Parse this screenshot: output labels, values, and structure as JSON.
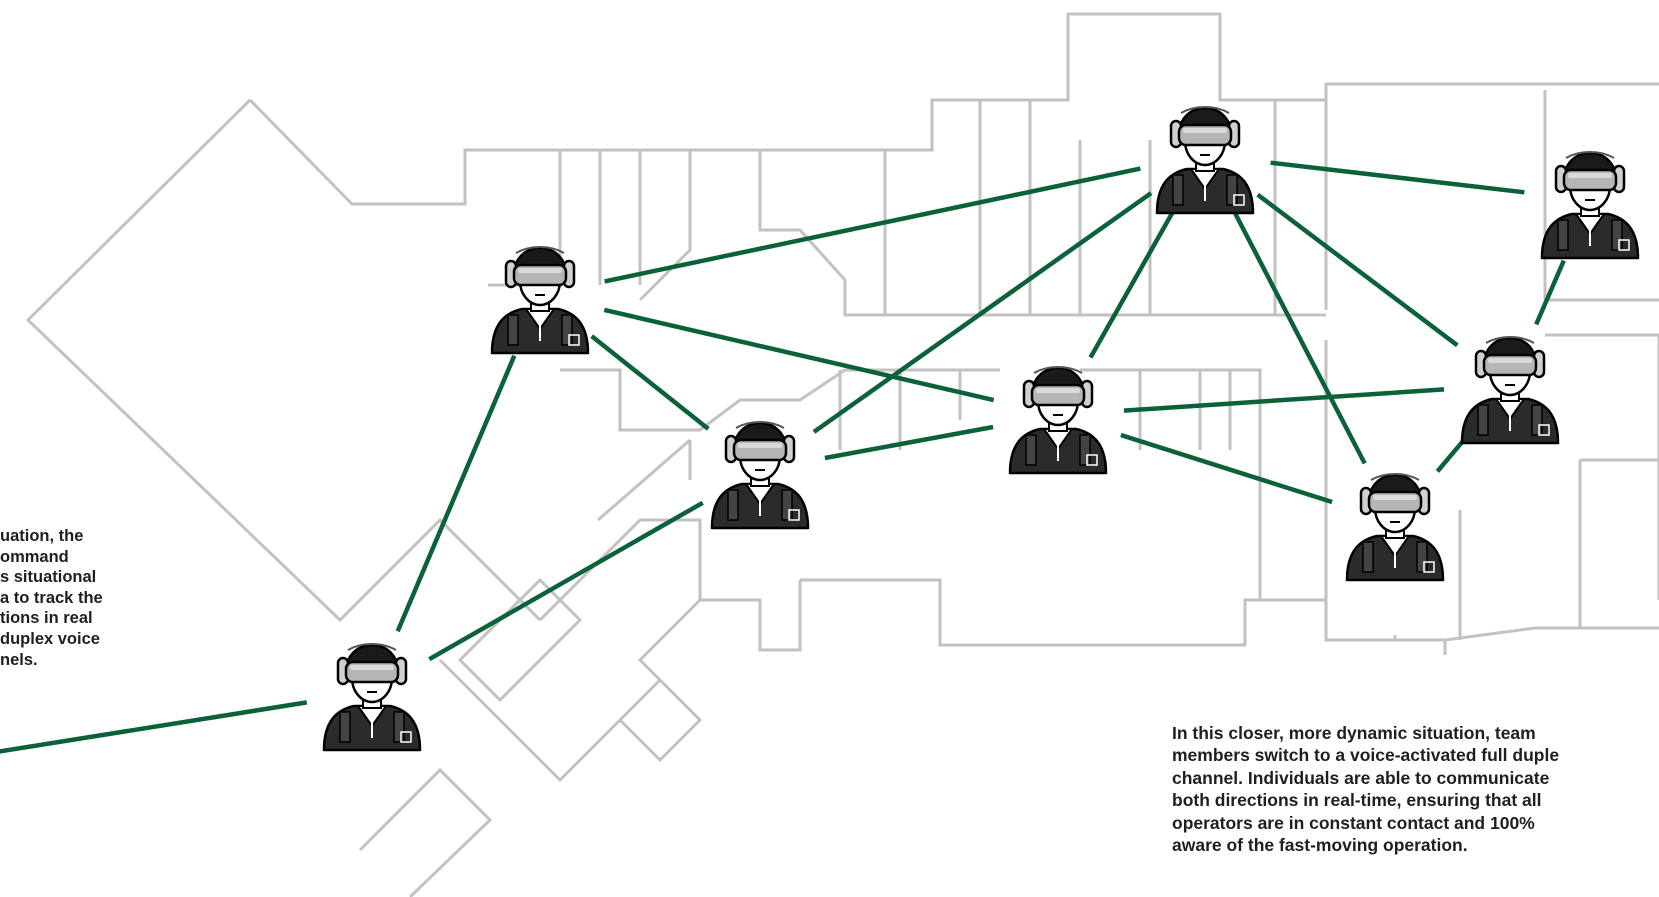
{
  "colors": {
    "link": "#0b6138",
    "floorplan": "#c2c2c2",
    "text": "#1f1f1f",
    "operator_fill": "#2b2b2b",
    "operator_outline": "#000000",
    "goggle": "#b5b5b5",
    "face": "#ffffff"
  },
  "icons": {
    "operator": "tactical-operator-icon"
  },
  "captions": {
    "left": "uation, the\nommand\ns situational\na to track the\ntions in real\nduplex voice\nnels.",
    "right": "In this closer, more dynamic situation, team\nmembers switch to a voice-activated full duple\nchannel. Individuals are able to communicate\nboth directions in real-time, ensuring that all\noperators are in constant contact and 100%\naware of the fast-moving operation."
  },
  "diagram": {
    "nodes": [
      {
        "id": "op-top-center"
      },
      {
        "id": "op-top-right"
      },
      {
        "id": "op-left-upper"
      },
      {
        "id": "op-center"
      },
      {
        "id": "op-center-left"
      },
      {
        "id": "op-right"
      },
      {
        "id": "op-bottom-right"
      },
      {
        "id": "op-bottom-left"
      }
    ],
    "links": [
      [
        "op-left-upper",
        "op-top-center"
      ],
      [
        "op-left-upper",
        "op-center-left"
      ],
      [
        "op-left-upper",
        "op-center"
      ],
      [
        "op-left-upper",
        "op-bottom-left"
      ],
      [
        "op-top-center",
        "op-top-right"
      ],
      [
        "op-top-center",
        "op-center-left"
      ],
      [
        "op-top-center",
        "op-center"
      ],
      [
        "op-top-center",
        "op-bottom-right"
      ],
      [
        "op-top-center",
        "op-right"
      ],
      [
        "op-top-right",
        "op-right"
      ],
      [
        "op-center",
        "op-right"
      ],
      [
        "op-center",
        "op-bottom-right"
      ],
      [
        "op-center",
        "op-center-left"
      ],
      [
        "op-center-left",
        "op-bottom-left"
      ],
      [
        "op-right",
        "op-bottom-right"
      ],
      [
        "op-bottom-left",
        "off-left"
      ]
    ]
  }
}
